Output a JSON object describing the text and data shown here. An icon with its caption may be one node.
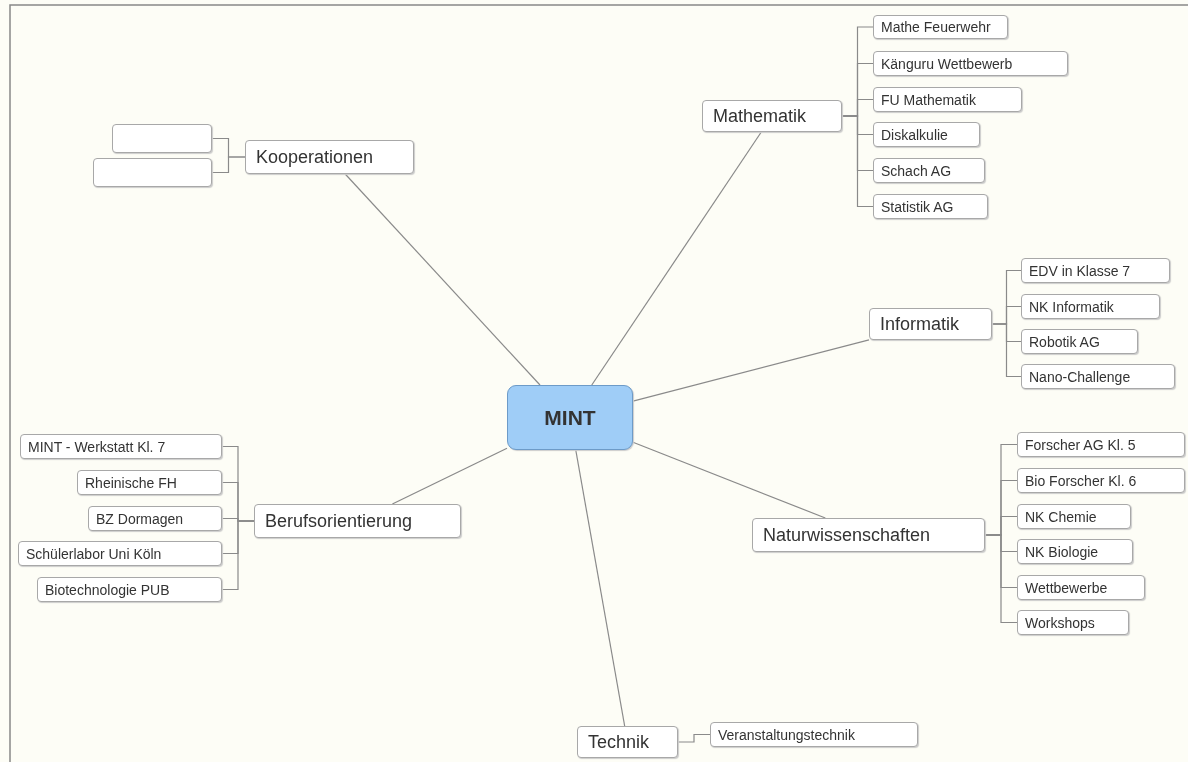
{
  "diagram": {
    "nodes": [
      {
        "text": [
          "MINT"
        ]
      },
      {
        "text": [
          "Mathematik"
        ]
      },
      {
        "text": [
          "Mathe Feuerwehr"
        ]
      },
      {
        "text": [
          "Känguru Wettbewerb"
        ]
      },
      {
        "text": [
          "FU Mathematik"
        ]
      },
      {
        "text": [
          "Diskalkulie"
        ]
      },
      {
        "text": [
          "Schach AG"
        ]
      },
      {
        "text": [
          "Statistik AG"
        ]
      },
      {
        "text": [
          "Informatik"
        ]
      },
      {
        "text": [
          "EDV in Klasse 7"
        ]
      },
      {
        "text": [
          "NK Informatik"
        ]
      },
      {
        "text": [
          "Robotik AG"
        ]
      },
      {
        "text": [
          "Nano-Challenge"
        ]
      },
      {
        "text": [
          "Naturwissenschaften"
        ]
      },
      {
        "text": [
          "Forscher AG Kl. 5"
        ]
      },
      {
        "text": [
          "Bio Forscher Kl. 6"
        ]
      },
      {
        "text": [
          "NK Chemie"
        ]
      },
      {
        "text": [
          "NK Biologie"
        ]
      },
      {
        "text": [
          "Wettbewerbe"
        ]
      },
      {
        "text": [
          "Workshops"
        ]
      },
      {
        "text": [
          "Technik"
        ]
      },
      {
        "text": [
          "Veranstaltungstechnik"
        ]
      },
      {
        "text": [
          "Berufsorientierung"
        ]
      },
      {
        "text": [
          "MINT - Werkstatt Kl. 7"
        ]
      },
      {
        "text": [
          "Rheinische FH"
        ]
      },
      {
        "text": [
          "BZ Dormagen"
        ]
      },
      {
        "text": [
          "Schülerlabor Uni Köln"
        ]
      },
      {
        "text": [
          "Biotechnologie PUB"
        ]
      },
      {
        "text": [
          "Kooperationen"
        ]
      },
      {
        "text": [],
        "shape": "box"
      },
      {
        "text": [],
        "shape": "box"
      }
    ],
    "edges": [
      {
        "from": 0,
        "to": 1,
        "arrow": "none"
      },
      {
        "from": 1,
        "to": 2,
        "arrow": "none"
      },
      {
        "from": 1,
        "to": 3,
        "arrow": "none"
      },
      {
        "from": 1,
        "to": 4,
        "arrow": "none"
      },
      {
        "from": 1,
        "to": 5,
        "arrow": "none"
      },
      {
        "from": 1,
        "to": 6,
        "arrow": "none"
      },
      {
        "from": 1,
        "to": 7,
        "arrow": "none"
      },
      {
        "from": 0,
        "to": 8,
        "arrow": "none"
      },
      {
        "from": 8,
        "to": 9,
        "arrow": "none"
      },
      {
        "from": 8,
        "to": 10,
        "arrow": "none"
      },
      {
        "from": 8,
        "to": 11,
        "arrow": "none"
      },
      {
        "from": 8,
        "to": 12,
        "arrow": "none"
      },
      {
        "from": 0,
        "to": 13,
        "arrow": "none"
      },
      {
        "from": 13,
        "to": 14,
        "arrow": "none"
      },
      {
        "from": 13,
        "to": 15,
        "arrow": "none"
      },
      {
        "from": 13,
        "to": 16,
        "arrow": "none"
      },
      {
        "from": 13,
        "to": 17,
        "arrow": "none"
      },
      {
        "from": 13,
        "to": 18,
        "arrow": "none"
      },
      {
        "from": 13,
        "to": 19,
        "arrow": "none"
      },
      {
        "from": 0,
        "to": 20,
        "arrow": "none"
      },
      {
        "from": 20,
        "to": 21,
        "arrow": "none"
      },
      {
        "from": 0,
        "to": 22,
        "arrow": "none"
      },
      {
        "from": 22,
        "to": 23,
        "arrow": "none"
      },
      {
        "from": 22,
        "to": 24,
        "arrow": "none"
      },
      {
        "from": 22,
        "to": 25,
        "arrow": "none"
      },
      {
        "from": 22,
        "to": 26,
        "arrow": "none"
      },
      {
        "from": 22,
        "to": 27,
        "arrow": "none"
      },
      {
        "from": 0,
        "to": 28,
        "arrow": "none"
      },
      {
        "from": 28,
        "to": 29,
        "arrow": "none"
      },
      {
        "from": 28,
        "to": 30,
        "arrow": "none"
      }
    ]
  }
}
